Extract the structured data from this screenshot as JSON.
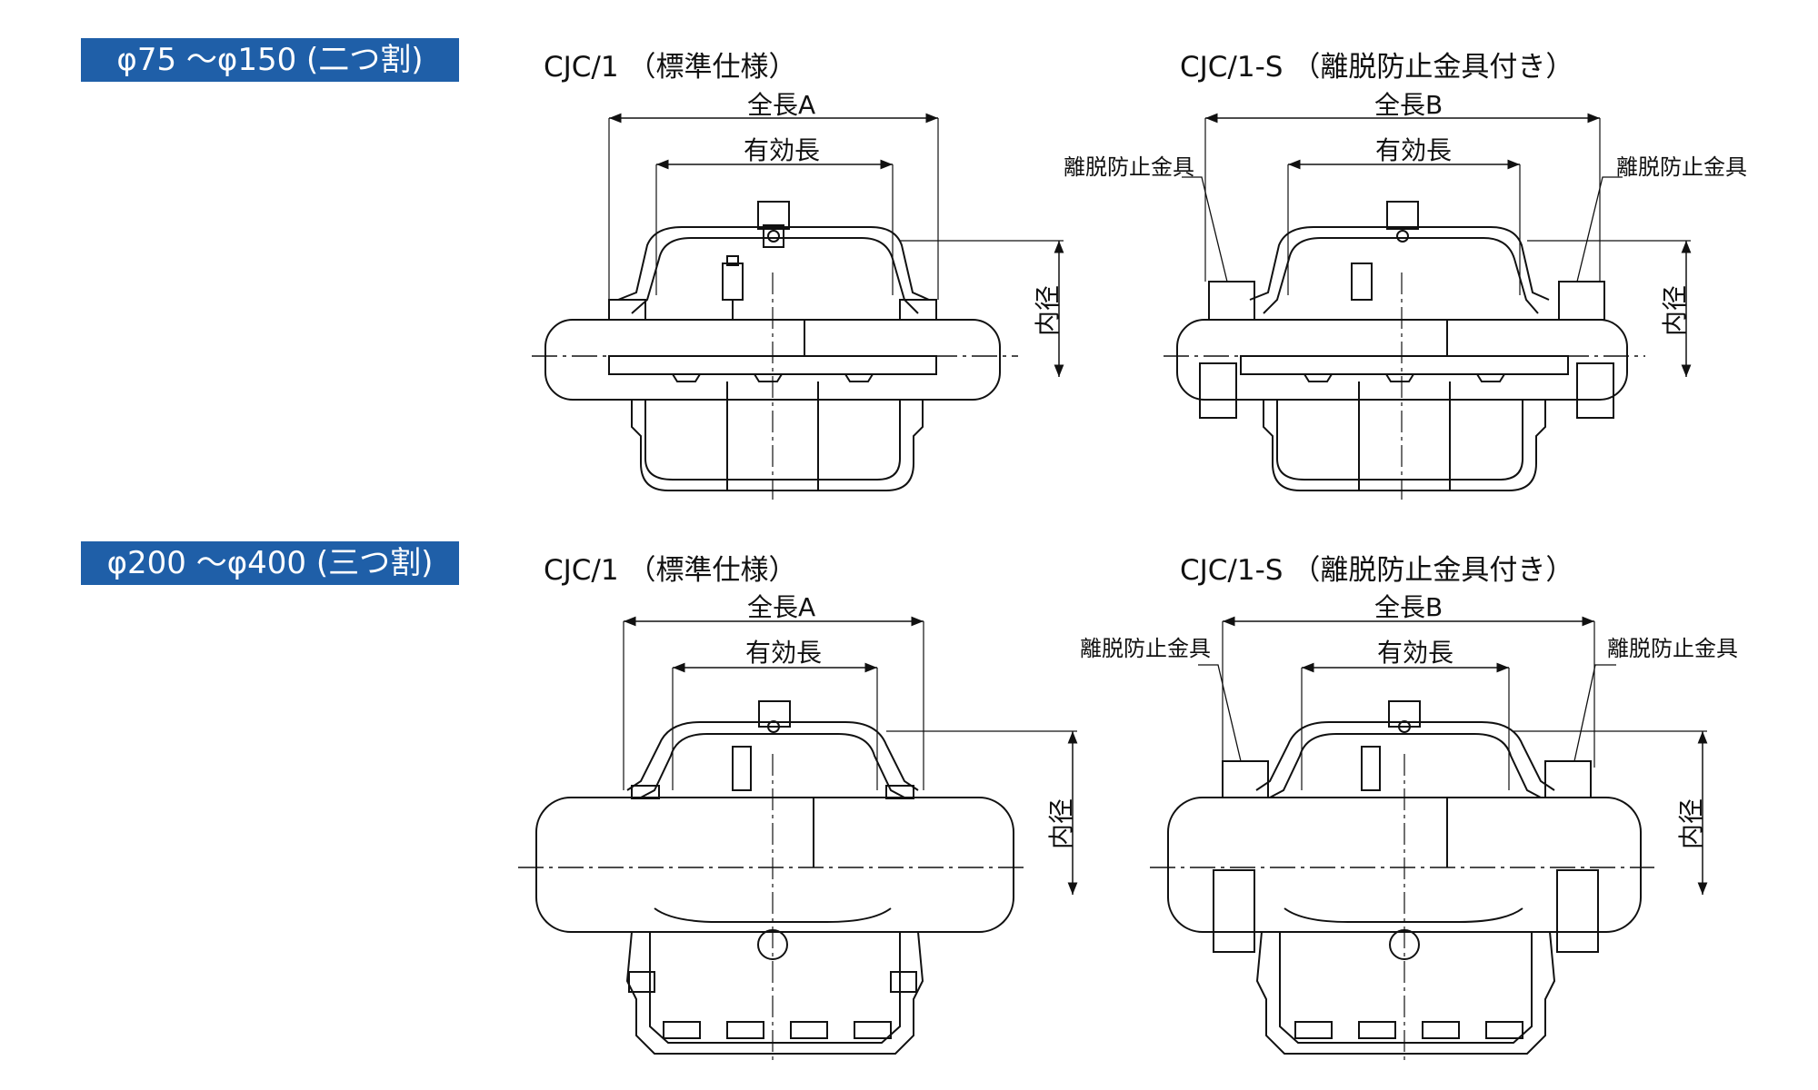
{
  "sections": [
    {
      "range_label": "φ75 ～φ150 (二つ割)",
      "left_title": "CJC/1 （標準仕様）",
      "right_title": "CJC/1-S （離脱防止金具付き）"
    },
    {
      "range_label": "φ200 ～φ400 (三つ割)",
      "left_title": "CJC/1 （標準仕様）",
      "right_title": "CJC/1-S （離脱防止金具付き）"
    }
  ],
  "labels": {
    "overall_length_a": "全長A",
    "overall_length_b": "全長B",
    "effective_length": "有効長",
    "inner_diameter": "内径",
    "anti_detach_fitting": "離脱防止金具"
  },
  "colors": {
    "badge_bg": "#1f5fa8",
    "badge_text": "#ffffff",
    "line": "#111111"
  }
}
